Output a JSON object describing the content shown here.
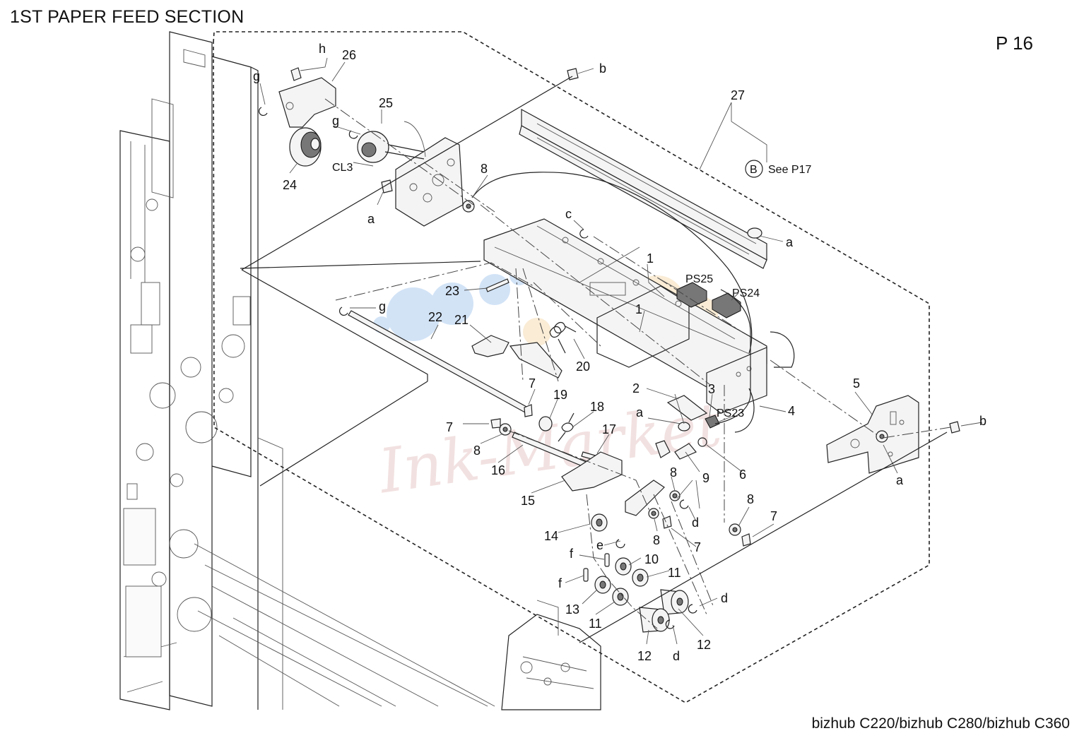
{
  "title": "1ST PAPER FEED SECTION",
  "page_label": "P 16",
  "model": "bizhub C220/bizhub C280/bizhub C360",
  "reference": {
    "symbol": "B",
    "text": "See P17"
  },
  "watermark": "Ink-Market",
  "callouts": {
    "n1a": "1",
    "n1b": "1",
    "n2": "2",
    "n3": "3",
    "n4": "4",
    "n5": "5",
    "n6": "6",
    "n7a": "7",
    "n7b": "7",
    "n7c": "7",
    "n7d": "7",
    "n8a": "8",
    "n8b": "8",
    "n8c": "8",
    "n8d": "8",
    "n8e": "8",
    "n9": "9",
    "n10": "10",
    "n11a": "11",
    "n11b": "11",
    "n12a": "12",
    "n12b": "12",
    "n13": "13",
    "n14": "14",
    "n15": "15",
    "n16": "16",
    "n17": "17",
    "n18": "18",
    "n19": "19",
    "n20": "20",
    "n21": "21",
    "n22": "22",
    "n23": "23",
    "n24": "24",
    "n25": "25",
    "n26": "26",
    "n27": "27",
    "aa": "a",
    "ab": "a",
    "ac": "a",
    "ad": "a",
    "ba": "b",
    "bb": "b",
    "c": "c",
    "da": "d",
    "db": "d",
    "dc": "d",
    "e": "e",
    "fa": "f",
    "fb": "f",
    "ga": "g",
    "gb": "g",
    "gc": "g",
    "h": "h",
    "cl3": "CL3",
    "ps23": "PS23",
    "ps24": "PS24",
    "ps25": "PS25"
  }
}
